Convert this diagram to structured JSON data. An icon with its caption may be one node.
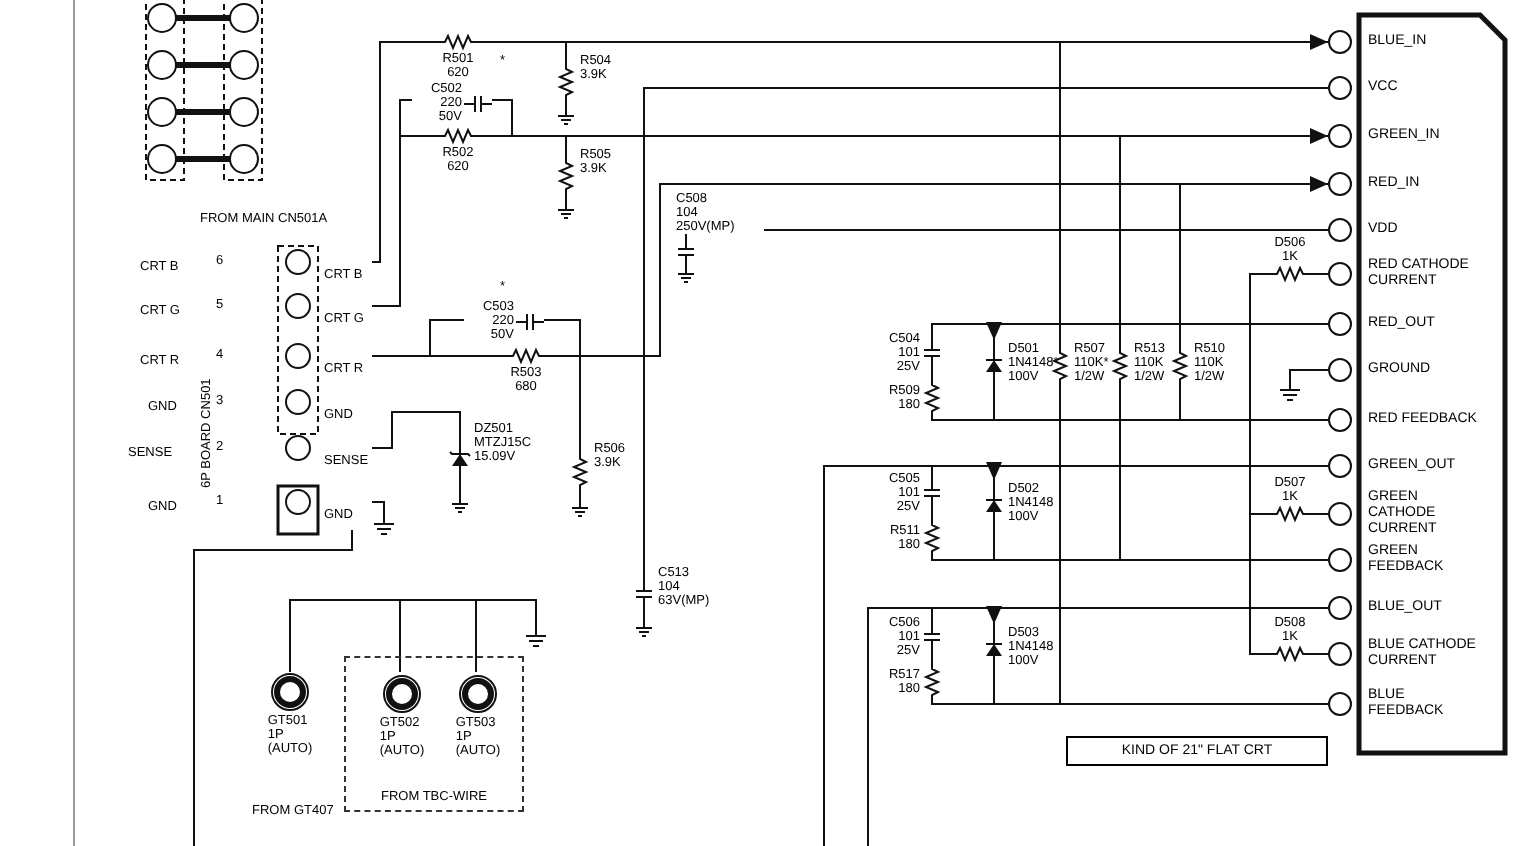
{
  "diagram": {
    "nodes": [
      {
        "text": [
          "CRT B"
        ]
      },
      {
        "text": [
          "CRT G"
        ]
      },
      {
        "text": [
          "CRT R"
        ]
      },
      {
        "text": [
          "GND"
        ]
      },
      {
        "text": [
          "SENSE"
        ]
      },
      {
        "text": [
          "GND"
        ]
      },
      {
        "text": [],
        "shape": "box"
      },
      {
        "text": [
          "BLUE_IN"
        ]
      },
      {
        "text": [
          "VCC"
        ]
      },
      {
        "text": [
          "GREEN_IN"
        ]
      },
      {
        "text": [
          "RED_IN"
        ]
      },
      {
        "text": [
          "VDD"
        ]
      },
      {
        "text": [
          "RED CATHODE CURRENT"
        ]
      },
      {
        "text": [
          "RED_OUT"
        ]
      },
      {
        "text": [
          "GROUND"
        ]
      },
      {
        "text": [
          "RED FEEDBACK"
        ]
      },
      {
        "text": [
          "GREEN_OUT"
        ]
      },
      {
        "text": [
          "GREEN CATHODE CURRENT"
        ]
      },
      {
        "text": [
          "GREEN FEEDBACK"
        ]
      },
      {
        "text": [
          "BLUE_OUT"
        ]
      },
      {
        "text": [
          "BLUE CATHODE CURRENT"
        ]
      },
      {
        "text": [
          "BLUE FEEDBACK"
        ]
      },
      {
        "text": [
          "R501",
          "620"
        ]
      },
      {
        "text": [
          "C502",
          "220",
          "50V"
        ]
      },
      {
        "text": [
          "R502",
          "620"
        ]
      },
      {
        "text": [
          "R504",
          "3.9K"
        ]
      },
      {
        "text": [
          "R505",
          "3.9K"
        ]
      },
      {
        "text": [
          "C508",
          "104",
          "250V(MP)"
        ]
      },
      {
        "text": [
          "C503",
          "220",
          "50V"
        ]
      },
      {
        "text": [
          "R503",
          "680"
        ]
      },
      {
        "text": [
          "DZ501",
          "MTZJ15C",
          "15.09V"
        ]
      },
      {
        "text": [
          "R506",
          "3.9K"
        ]
      },
      {
        "text": [
          "C513",
          "104",
          "63V(MP)"
        ]
      },
      {
        "text": [
          "C504",
          "101",
          "25V"
        ]
      },
      {
        "text": [
          "R509",
          "180"
        ]
      },
      {
        "text": [
          "D501",
          "1N4148*",
          "100V"
        ]
      },
      {
        "text": [
          "R507",
          "110K*",
          "1/2W"
        ]
      },
      {
        "text": [
          "R513",
          "110K",
          "1/2W"
        ]
      },
      {
        "text": [
          "R510",
          "110K",
          "1/2W"
        ]
      },
      {
        "text": [
          "D506",
          "1K"
        ]
      },
      {
        "text": [
          "C505",
          "101",
          "25V"
        ]
      },
      {
        "text": [
          "R511",
          "180"
        ]
      },
      {
        "text": [
          "D502",
          "1N4148",
          "100V"
        ]
      },
      {
        "text": [
          "D507",
          "1K"
        ]
      },
      {
        "text": [
          "C506",
          "101",
          "25V"
        ]
      },
      {
        "text": [
          "R517",
          "180"
        ]
      },
      {
        "text": [
          "D503",
          "1N4148",
          "100V"
        ]
      },
      {
        "text": [
          "D508",
          "1K"
        ]
      },
      {
        "text": [
          "GT501",
          "1P",
          "(AUTO)"
        ]
      },
      {
        "text": [
          "FROM TBC-WIRE"
        ]
      },
      {
        "text": [
          "GT502",
          "1P",
          "(AUTO)"
        ],
        "in": 49
      },
      {
        "text": [
          "GT503",
          "1P",
          "(AUTO)"
        ],
        "in": 49
      }
    ],
    "edges": [
      {
        "from": 0,
        "to": 22,
        "arrow": "none"
      },
      {
        "from": 22,
        "to": 7,
        "arrow": "to"
      },
      {
        "from": 22,
        "to": 25,
        "arrow": "none"
      },
      {
        "from": 22,
        "to": 36,
        "arrow": "none"
      },
      {
        "from": 1,
        "to": 24,
        "arrow": "none"
      },
      {
        "from": 1,
        "to": 23,
        "arrow": "none"
      },
      {
        "from": 23,
        "to": 24,
        "arrow": "none"
      },
      {
        "from": 24,
        "to": 9,
        "arrow": "to"
      },
      {
        "from": 24,
        "to": 26,
        "arrow": "none"
      },
      {
        "from": 24,
        "to": 37,
        "arrow": "none"
      },
      {
        "from": 2,
        "to": 29,
        "arrow": "none"
      },
      {
        "from": 2,
        "to": 28,
        "arrow": "none"
      },
      {
        "from": 28,
        "to": 31,
        "arrow": "none"
      },
      {
        "from": 29,
        "to": 31,
        "arrow": "none"
      },
      {
        "from": 29,
        "to": 10,
        "arrow": "to"
      },
      {
        "from": 29,
        "to": 38,
        "arrow": "none"
      },
      {
        "from": 4,
        "to": 30,
        "arrow": "none"
      },
      {
        "from": 32,
        "to": 8,
        "arrow": "none"
      },
      {
        "from": 27,
        "to": 11,
        "arrow": "none"
      },
      {
        "from": 39,
        "to": 12,
        "arrow": "none"
      },
      {
        "from": 39,
        "to": 43,
        "arrow": "none"
      },
      {
        "from": 43,
        "to": 47,
        "arrow": "none"
      },
      {
        "from": 43,
        "to": 17,
        "arrow": "none"
      },
      {
        "from": 47,
        "to": 20,
        "arrow": "none"
      },
      {
        "from": 13,
        "to": 35,
        "arrow": "to"
      },
      {
        "from": 35,
        "to": 33,
        "arrow": "none"
      },
      {
        "from": 33,
        "to": 34,
        "arrow": "none"
      },
      {
        "from": 34,
        "to": 15,
        "arrow": "none"
      },
      {
        "from": 35,
        "to": 15,
        "arrow": "none"
      },
      {
        "from": 38,
        "to": 15,
        "arrow": "none"
      },
      {
        "from": 36,
        "to": 21,
        "arrow": "none"
      },
      {
        "from": 37,
        "to": 18,
        "arrow": "none"
      },
      {
        "from": 16,
        "to": 42,
        "arrow": "to"
      },
      {
        "from": 42,
        "to": 40,
        "arrow": "none"
      },
      {
        "from": 40,
        "to": 41,
        "arrow": "none"
      },
      {
        "from": 41,
        "to": 18,
        "arrow": "none"
      },
      {
        "from": 42,
        "to": 18,
        "arrow": "none"
      },
      {
        "from": 19,
        "to": 46,
        "arrow": "to"
      },
      {
        "from": 46,
        "to": 44,
        "arrow": "none"
      },
      {
        "from": 44,
        "to": 45,
        "arrow": "none"
      },
      {
        "from": 45,
        "to": 21,
        "arrow": "none"
      },
      {
        "from": 46,
        "to": 21,
        "arrow": "none"
      },
      {
        "from": 48,
        "to": 50,
        "arrow": "none"
      },
      {
        "from": 50,
        "to": 51,
        "arrow": "none"
      },
      {
        "from": 51,
        "to": null,
        "arrow": "none"
      },
      {
        "from": 5,
        "to": null,
        "arrow": "none"
      },
      {
        "from": 5,
        "to": null,
        "arrow": "none"
      },
      {
        "from": 14,
        "to": null,
        "arrow": "none"
      },
      {
        "from": 16,
        "to": null,
        "arrow": "none"
      },
      {
        "from": 19,
        "to": null,
        "arrow": "none"
      }
    ],
    "labels": [
      "FROM MAIN CN501A",
      "CRT B",
      "6",
      "CRT G",
      "5",
      "CRT R",
      "4",
      "GND",
      "3",
      "SENSE",
      "2",
      "GND",
      "1",
      "6P BOARD CN501",
      "*",
      "*",
      "KIND OF 21\" FLAT CRT",
      "FROM GT407"
    ]
  }
}
